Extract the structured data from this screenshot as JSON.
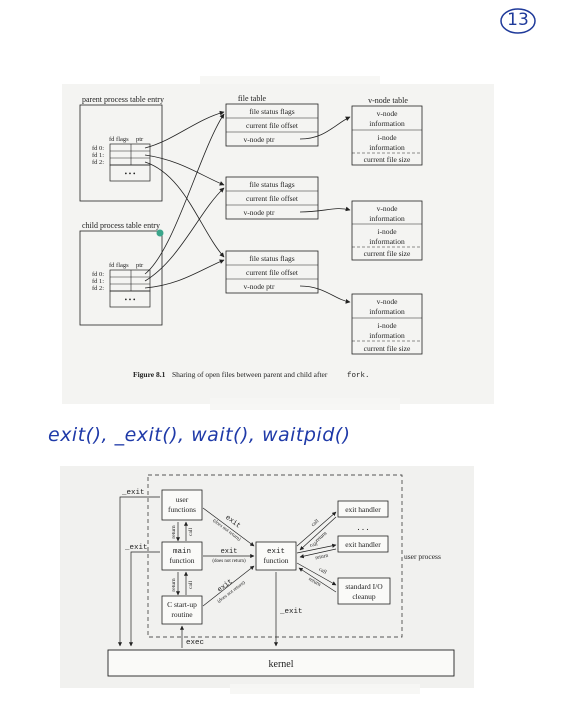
{
  "page_number": "13",
  "figure1": {
    "parent_title": "parent process table entry",
    "child_title": "child process table entry",
    "fd_flags": "fd flags",
    "ptr": "ptr",
    "fds": [
      "fd 0:",
      "fd 1:",
      "fd 2:"
    ],
    "ellipsis": "• • •",
    "file_table_title": "file table",
    "file_status_flags": "file status flags",
    "current_file_offset": "current file offset",
    "vnode_ptr": "v-node ptr",
    "vnode_table_title": "v-node table",
    "vnode_info_1": "v-node",
    "vnode_info_2": "information",
    "inode_info_1": "i-node",
    "inode_info_2": "information",
    "current_file_size": "current file size",
    "caption_label": "Figure 8.1",
    "caption_text": "Sharing of open files between parent and child after",
    "caption_code": "fork."
  },
  "handwritten_note": "exit(), _exit(), wait(), waitpid()",
  "figure2": {
    "user_functions_1": "user",
    "user_functions_2": "functions",
    "main_function_1": "main",
    "main_function_2": "function",
    "exit_function_1": "exit",
    "exit_function_2": "function",
    "cstartup_1": "C start-up",
    "cstartup_2": "routine",
    "exit_handler": "exit handler",
    "ellipsis": ". . .",
    "stdio_1": "standard I/O",
    "stdio_2": "cleanup",
    "kernel": "kernel",
    "user_process": "user process",
    "exit_label": "exit",
    "underscore_exit": "_exit",
    "does_not_return": "(does not return)",
    "call": "call",
    "return": "return",
    "exec": "exec"
  }
}
